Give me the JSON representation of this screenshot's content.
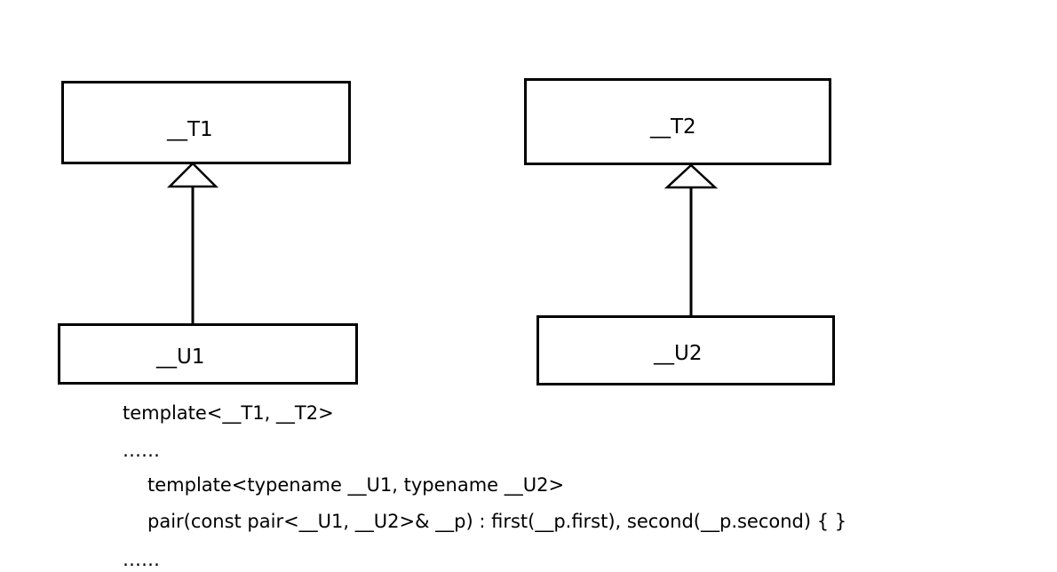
{
  "diagram": {
    "boxes": {
      "t1": "__T1",
      "t2": "__T2",
      "u1": "__U1",
      "u2": "__U2"
    }
  },
  "code": {
    "line1": "template<__T1, __T2>",
    "line2": "……",
    "line3": "template<typename __U1, typename __U2>",
    "line4": "pair(const pair<__U1, __U2>& __p) : first(__p.first), second(__p.second) { }",
    "line5": "……"
  }
}
